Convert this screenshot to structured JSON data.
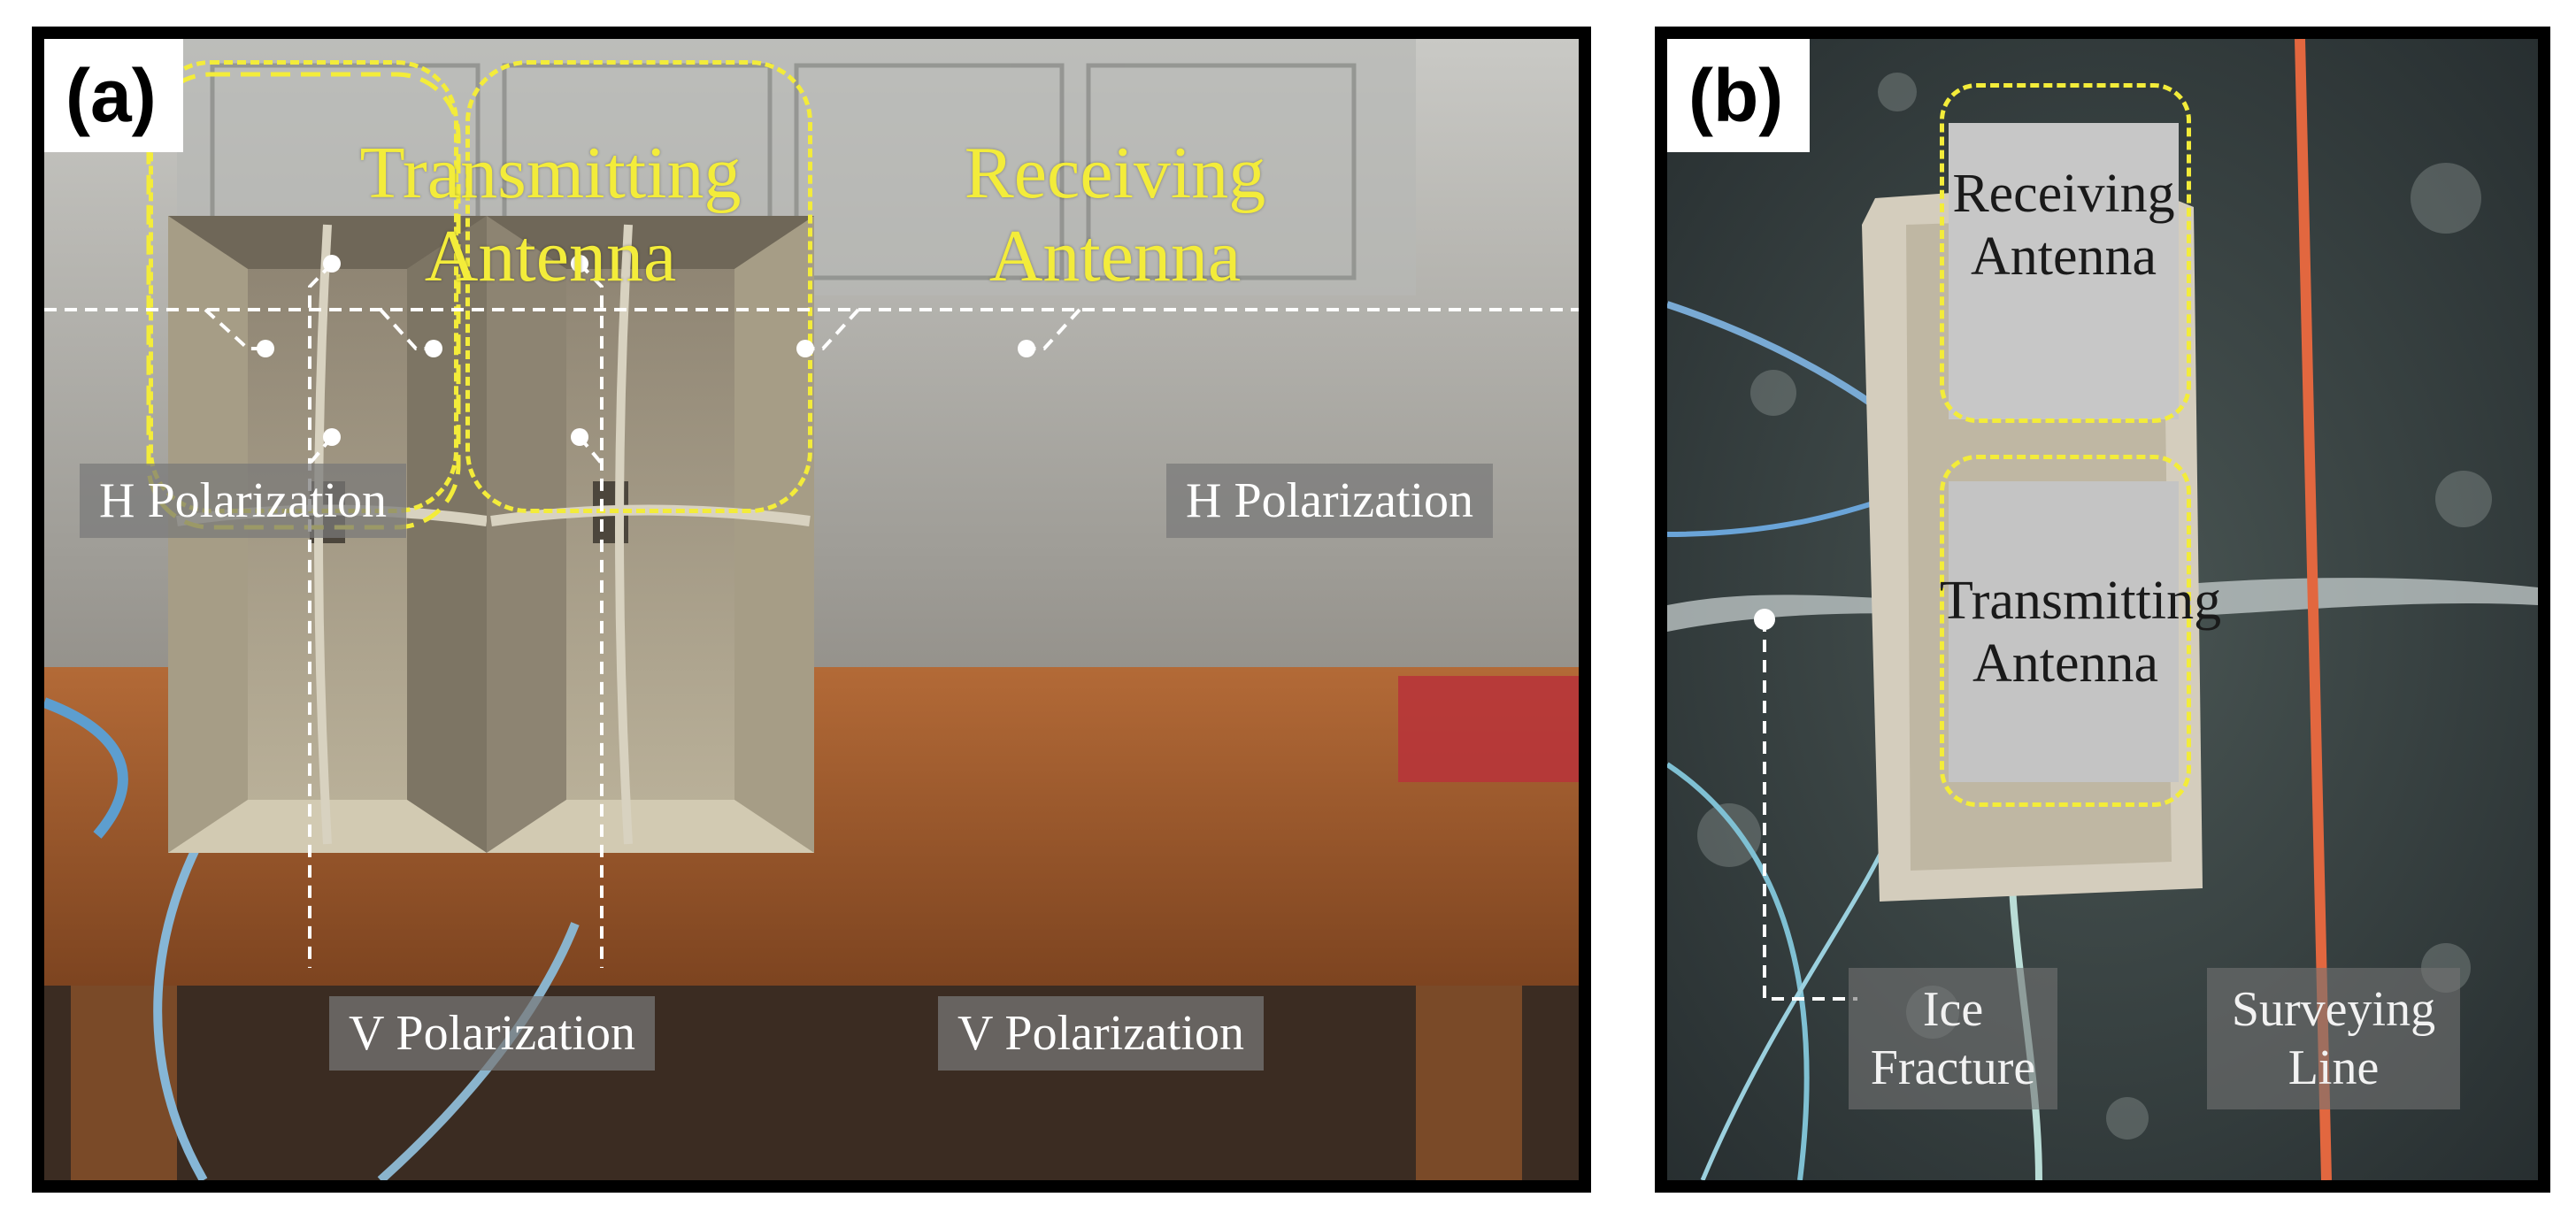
{
  "panel_a": {
    "letter": "(a)",
    "transmitting": {
      "line1": "Transmitting",
      "line2": "Antenna"
    },
    "receiving": {
      "line1": "Receiving",
      "line2": "Antenna"
    },
    "h_left": "H Polarization",
    "h_right": "H Polarization",
    "v_left": "V Polarization",
    "v_right": "V Polarization"
  },
  "panel_b": {
    "letter": "(b)",
    "receiving": {
      "line1": "Receiving",
      "line2": "Antenna"
    },
    "transmitting": {
      "line1": "Transmitting",
      "line2": "Antenna"
    },
    "ice_fracture": {
      "line1": "Ice",
      "line2": "Fracture"
    },
    "surveying_line": {
      "line1": "Surveying",
      "line2": "Line"
    }
  },
  "colors": {
    "annotation_yellow": "#f3ec3a",
    "annotation_white": "#ffffff",
    "frame": "#000000",
    "survey_line": "#e2673f"
  }
}
